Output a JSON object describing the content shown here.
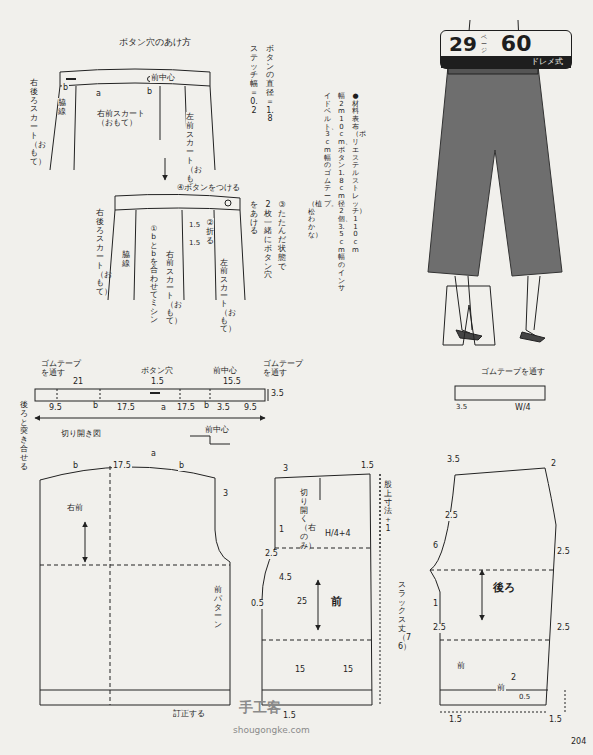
{
  "diagram": {
    "nodes": [
      {
        "text": [
          "29",
          "ページ",
          "60",
          "ドレメ式"
        ]
      }
    ],
    "labels": [
      "ボタン穴のあけ方",
      "右後ろスカート（おもて）",
      "脇線",
      "b",
      "a",
      "b",
      "前中心",
      "右前スカート（おもて）",
      "左前スカート（おもて）",
      "ボタンの直径＝1.8",
      "ステッチ幅＝0.2",
      "④ボタンをつける",
      "右後ろスカート（おもて）",
      "脇線",
      "①bとbを合わせてミシン",
      "右前スカート（おもて）",
      "1.5",
      "②折る",
      "1.5",
      "③たたんだ状態で",
      "2枚一緒にボタン穴",
      "をあける",
      "左前スカート（おもて）",
      "●材料　表布（ポリエステルストレッチ）110cm",
      "幅2m10cm、ボタン1.8cm径2個、3.5cm幅のインサ",
      "イドベルト、3cm幅のゴムテープ。",
      "（植松わかな）",
      "ゴムテープを通す",
      "ボタン穴",
      "前中心",
      "ゴムテープを通す",
      "21",
      "1.5",
      "15.5",
      "3.5",
      "9.5",
      "b",
      "17.5",
      "a",
      "17.5",
      "b",
      "3.5",
      "9.5",
      "後ろと突き合せる",
      "切り開き図",
      "前中心",
      "b",
      "17.5",
      "a",
      "b",
      "右前",
      "3",
      "前パターン",
      "訂正する",
      "3",
      "1.5",
      "切り開く（右のみ）",
      "1",
      "2.5",
      "H/4+4",
      "4.5",
      "0.5",
      "25",
      "前",
      "15",
      "15",
      "1.5",
      "股上寸法＋1",
      "スラックス丈（76）",
      "ゴムテープを通す",
      "3.5",
      "W/4",
      "3.5",
      "2",
      "2.5",
      "6",
      "1",
      "後ろ",
      "2.5",
      "2.5",
      "2.5",
      "前",
      "前",
      "2",
      "0.5",
      "1.5",
      "1.5",
      "204",
      "手工客",
      "shougongke.com"
    ]
  }
}
